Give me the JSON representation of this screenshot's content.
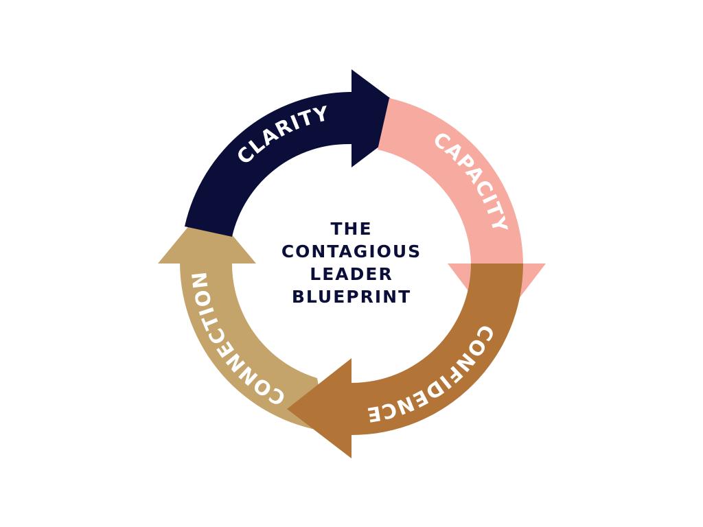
{
  "title": {
    "lines": [
      "THE",
      "CONTAGIOUS",
      "LEADER",
      "BLUEPRINT"
    ],
    "color": "#0b0e38"
  },
  "segments": [
    {
      "label": "CLARITY",
      "color": "#0b0e38"
    },
    {
      "label": "CAPACITY",
      "color": "#f6aaa0"
    },
    {
      "label": "CONFIDENCE",
      "color": "#b27437"
    },
    {
      "label": "CONNECTION",
      "color": "#c5a46b"
    }
  ]
}
